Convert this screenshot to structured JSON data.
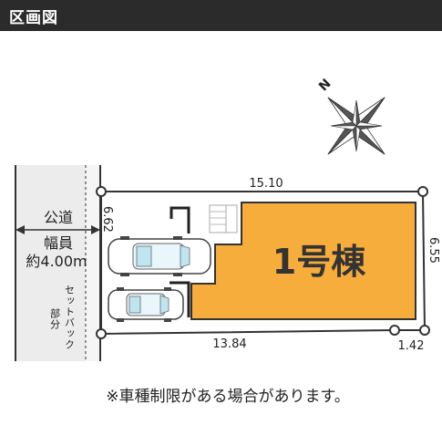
{
  "header": {
    "title": "区画図"
  },
  "colors": {
    "header_bg": "#2b2b2b",
    "lot_fill": "#f6ad3c",
    "road_fill": "#ececec",
    "setback_fill": "#f5f5f5",
    "line": "#333333"
  },
  "compass": {
    "north_label": "N"
  },
  "road": {
    "label_line1": "公道",
    "label_line2": "幅員",
    "label_line3": "約4.00m",
    "setback_label_col1": "セットバック",
    "setback_label_col2": "部分"
  },
  "lot": {
    "building_label": "1号棟",
    "dimensions": {
      "top": "15.10",
      "right": "6.55",
      "bottom": "13.84",
      "bottom_right": "1.42",
      "left": "6.62"
    }
  },
  "note": "※車種制限がある場合があります。"
}
